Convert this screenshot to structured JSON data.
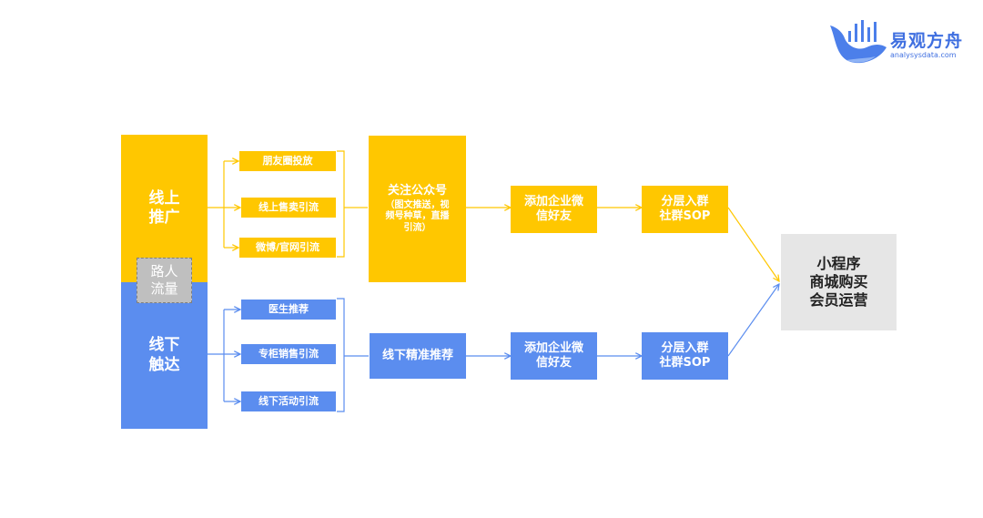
{
  "brand": {
    "name": "易观方舟",
    "url": "analysysdata.com",
    "color": "#3F6FE0"
  },
  "colors": {
    "online": "#FFC700",
    "offline": "#5B8DEF",
    "result": "#E6E6E6",
    "connector_online": "#FFC700",
    "connector_offline": "#5B8DEF"
  },
  "online": {
    "title": "线上\n推广",
    "channels": [
      "朋友圈投放",
      "线上售卖引流",
      "微博/官网引流"
    ],
    "hub_title": "关注公众号",
    "hub_sub": "（图文推送，视\n频号种草，直播\n引流）",
    "step1": "添加企业微\n信好友",
    "step2": "分层入群\n社群SOP"
  },
  "bridge": {
    "label": "路人\n流量"
  },
  "offline": {
    "title": "线下\n触达",
    "channels": [
      "医生推荐",
      "专柜销售引流",
      "线下活动引流"
    ],
    "hub_title": "线下精准推荐",
    "step1": "添加企业微\n信好友",
    "step2": "分层入群\n社群SOP"
  },
  "result": {
    "label": "小程序\n商城购买\n会员运营"
  }
}
